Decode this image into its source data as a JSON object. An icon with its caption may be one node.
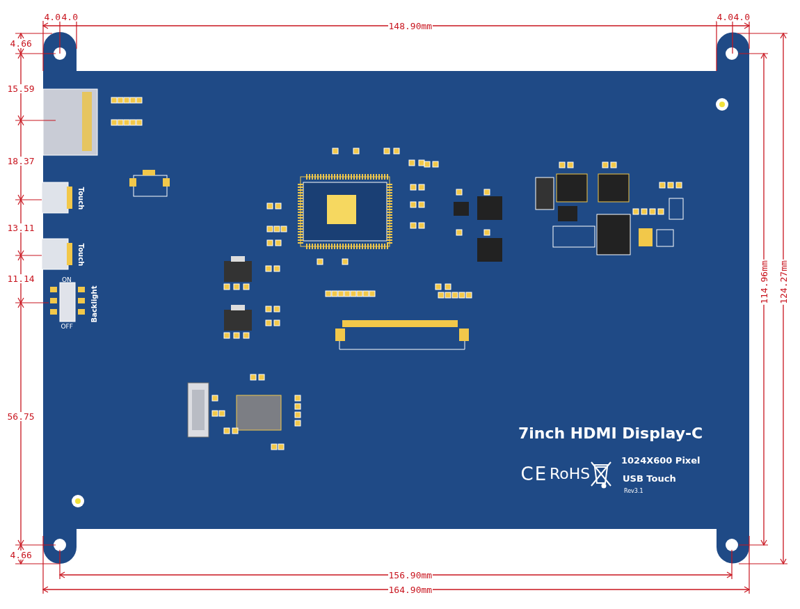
{
  "diagram": {
    "labels": [
      "4.0",
      "4.0",
      "148.90mm",
      "4.0",
      "4.0",
      "4.66",
      "15.59",
      "18.37",
      "13.11",
      "11.14",
      "56.75",
      "4.66",
      "114.96mm",
      "124.27mm",
      "156.90mm",
      "164.90mm",
      "Touch",
      "Touch",
      "ON",
      "OFF",
      "Backlight",
      "7inch HDMI Display-C",
      "CE",
      "RoHS",
      "1024X600 Pixel",
      "USB Touch",
      "Rev3.1"
    ]
  }
}
